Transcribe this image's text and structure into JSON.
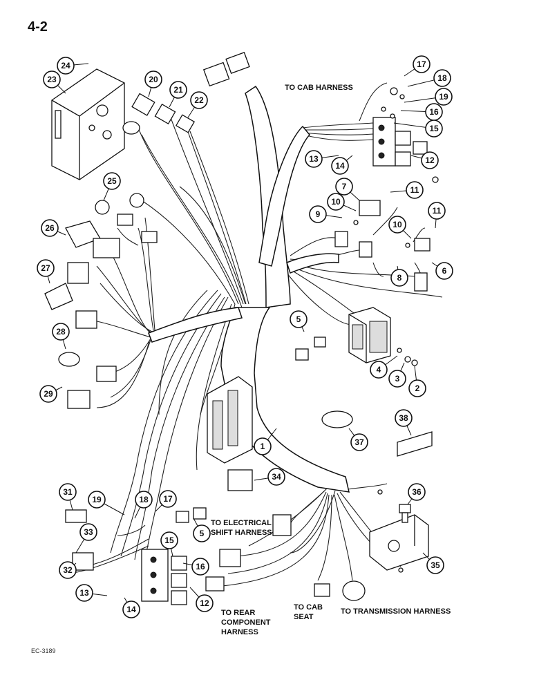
{
  "page_number": "4-2",
  "figure_code": "EC-3189",
  "harness_labels": {
    "cab": "TO CAB HARNESS",
    "electrical_shift_1": "TO ELECTRICAL",
    "electrical_shift_2": "SHIFT HARNESS",
    "rear_component_1": "TO REAR",
    "rear_component_2": "COMPONENT",
    "rear_component_3": "HARNESS",
    "cab_seat_1": "TO CAB",
    "cab_seat_2": "SEAT",
    "transmission": "TO TRANSMISSION HARNESS"
  },
  "callouts": [
    "24",
    "23",
    "20",
    "21",
    "22",
    "17",
    "18",
    "19",
    "16",
    "15",
    "12",
    "13",
    "14",
    "7",
    "11",
    "10",
    "9",
    "11",
    "10",
    "6",
    "8",
    "25",
    "26",
    "27",
    "28",
    "29",
    "5",
    "4",
    "3",
    "2",
    "1",
    "37",
    "38",
    "34",
    "31",
    "19",
    "18",
    "17",
    "5",
    "33",
    "32",
    "15",
    "16",
    "12",
    "13",
    "14",
    "36",
    "35"
  ]
}
